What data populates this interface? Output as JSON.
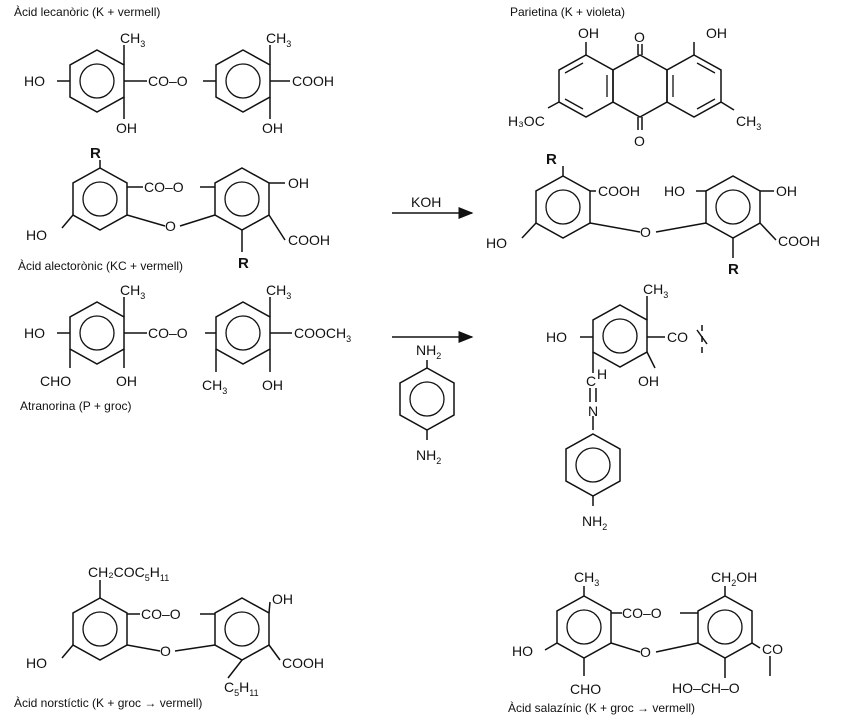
{
  "captions": {
    "lecanoric": "Àcid lecanòric (K + vermell)",
    "parietin": "Parietina (K + violeta)",
    "alectoronic": "Àcid alectorònic (KC + vermell)",
    "atranorin": "Atranorina (P + groc)",
    "norstictic": "Àcid norstíctic (K + groc → vermell)",
    "salazinic": "Àcid salazínic (K + groc → vermell)"
  },
  "reagents": {
    "koh": "KOH"
  },
  "groups": {
    "ho": "HO",
    "oh": "OH",
    "coo": "CO–O",
    "coooh": "COOH",
    "cooch": "COOCH",
    "co": "CO",
    "cho": "CHO",
    "o": "O",
    "r": "R",
    "ch": "CH",
    "h": "H",
    "h3oc": "H₃OC",
    "nh": "NH",
    "n": "N",
    "c": "C",
    "hoch": "HO–CH–O",
    "ch2oh": "CH₂OH",
    "ch2coc": "CH₂COC",
    "sub2": "2",
    "sub3": "3",
    "sub5": "5",
    "sub11": "11"
  }
}
